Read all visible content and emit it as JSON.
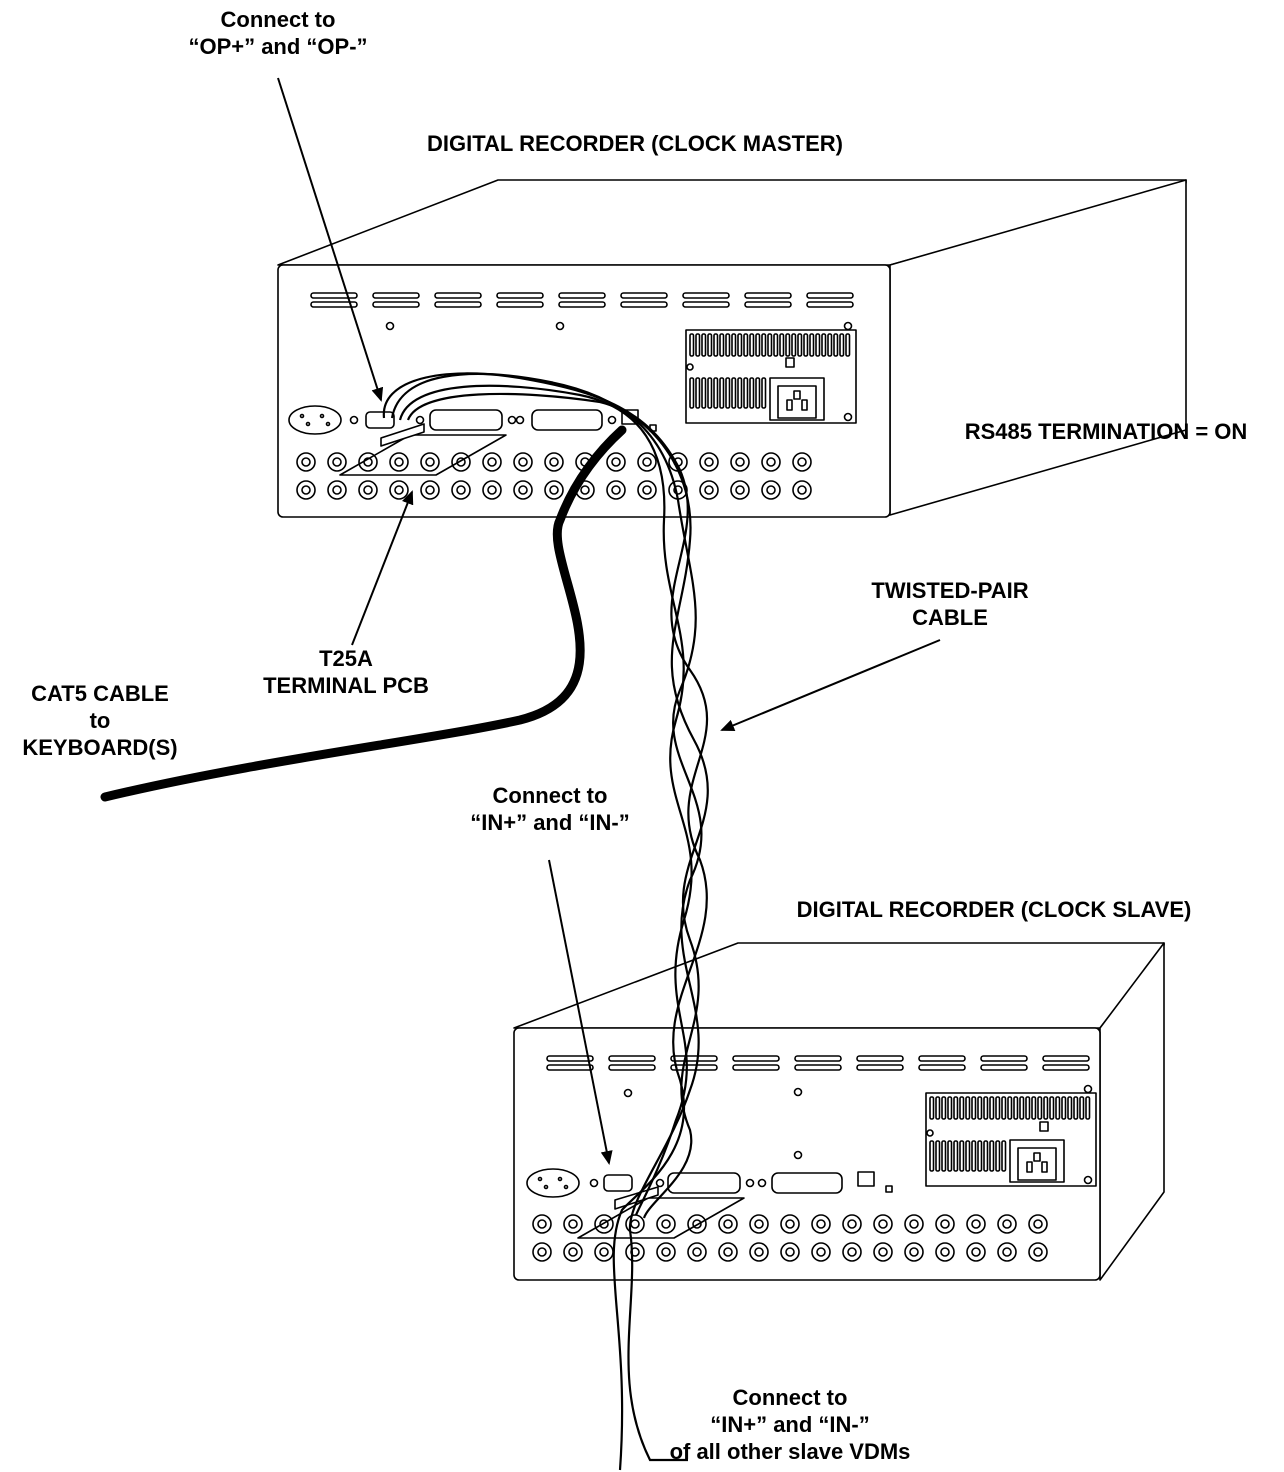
{
  "labels": {
    "connect_op": [
      "Connect to",
      "“OP+” and “OP-”"
    ],
    "master_title": "DIGITAL RECORDER (CLOCK MASTER)",
    "rs485": "RS485 TERMINATION = ON",
    "twisted_pair": [
      "TWISTED-PAIR",
      "CABLE"
    ],
    "t25a": [
      "T25A",
      "TERMINAL PCB"
    ],
    "cat5": [
      "CAT5 CABLE",
      "to",
      "KEYBOARD(S)"
    ],
    "connect_in": [
      "Connect to",
      "“IN+” and “IN-”"
    ],
    "slave_title": "DIGITAL RECORDER (CLOCK SLAVE)",
    "connect_in_others": [
      "Connect to",
      "“IN+” and “IN-”",
      "of all other slave VDMs"
    ]
  },
  "colors": {
    "ink": "#000000",
    "paper": "#ffffff"
  }
}
